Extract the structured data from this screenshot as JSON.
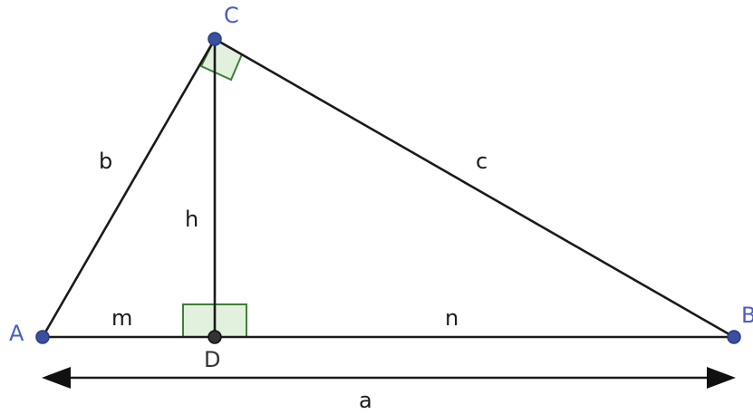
{
  "diagram": {
    "vertices": {
      "A": "A",
      "B": "B",
      "C": "C",
      "D": "D"
    },
    "sides": {
      "b": "b",
      "c": "c",
      "h": "h",
      "m": "m",
      "n": "n",
      "a": "a"
    },
    "colors": {
      "vertex_point": "#3a4fa0",
      "vertex_label": "#4a5cc7",
      "right_angle_fill": "#d8ecd2",
      "right_angle_stroke": "#3f7f3a",
      "line": "#1a1a1a"
    }
  }
}
